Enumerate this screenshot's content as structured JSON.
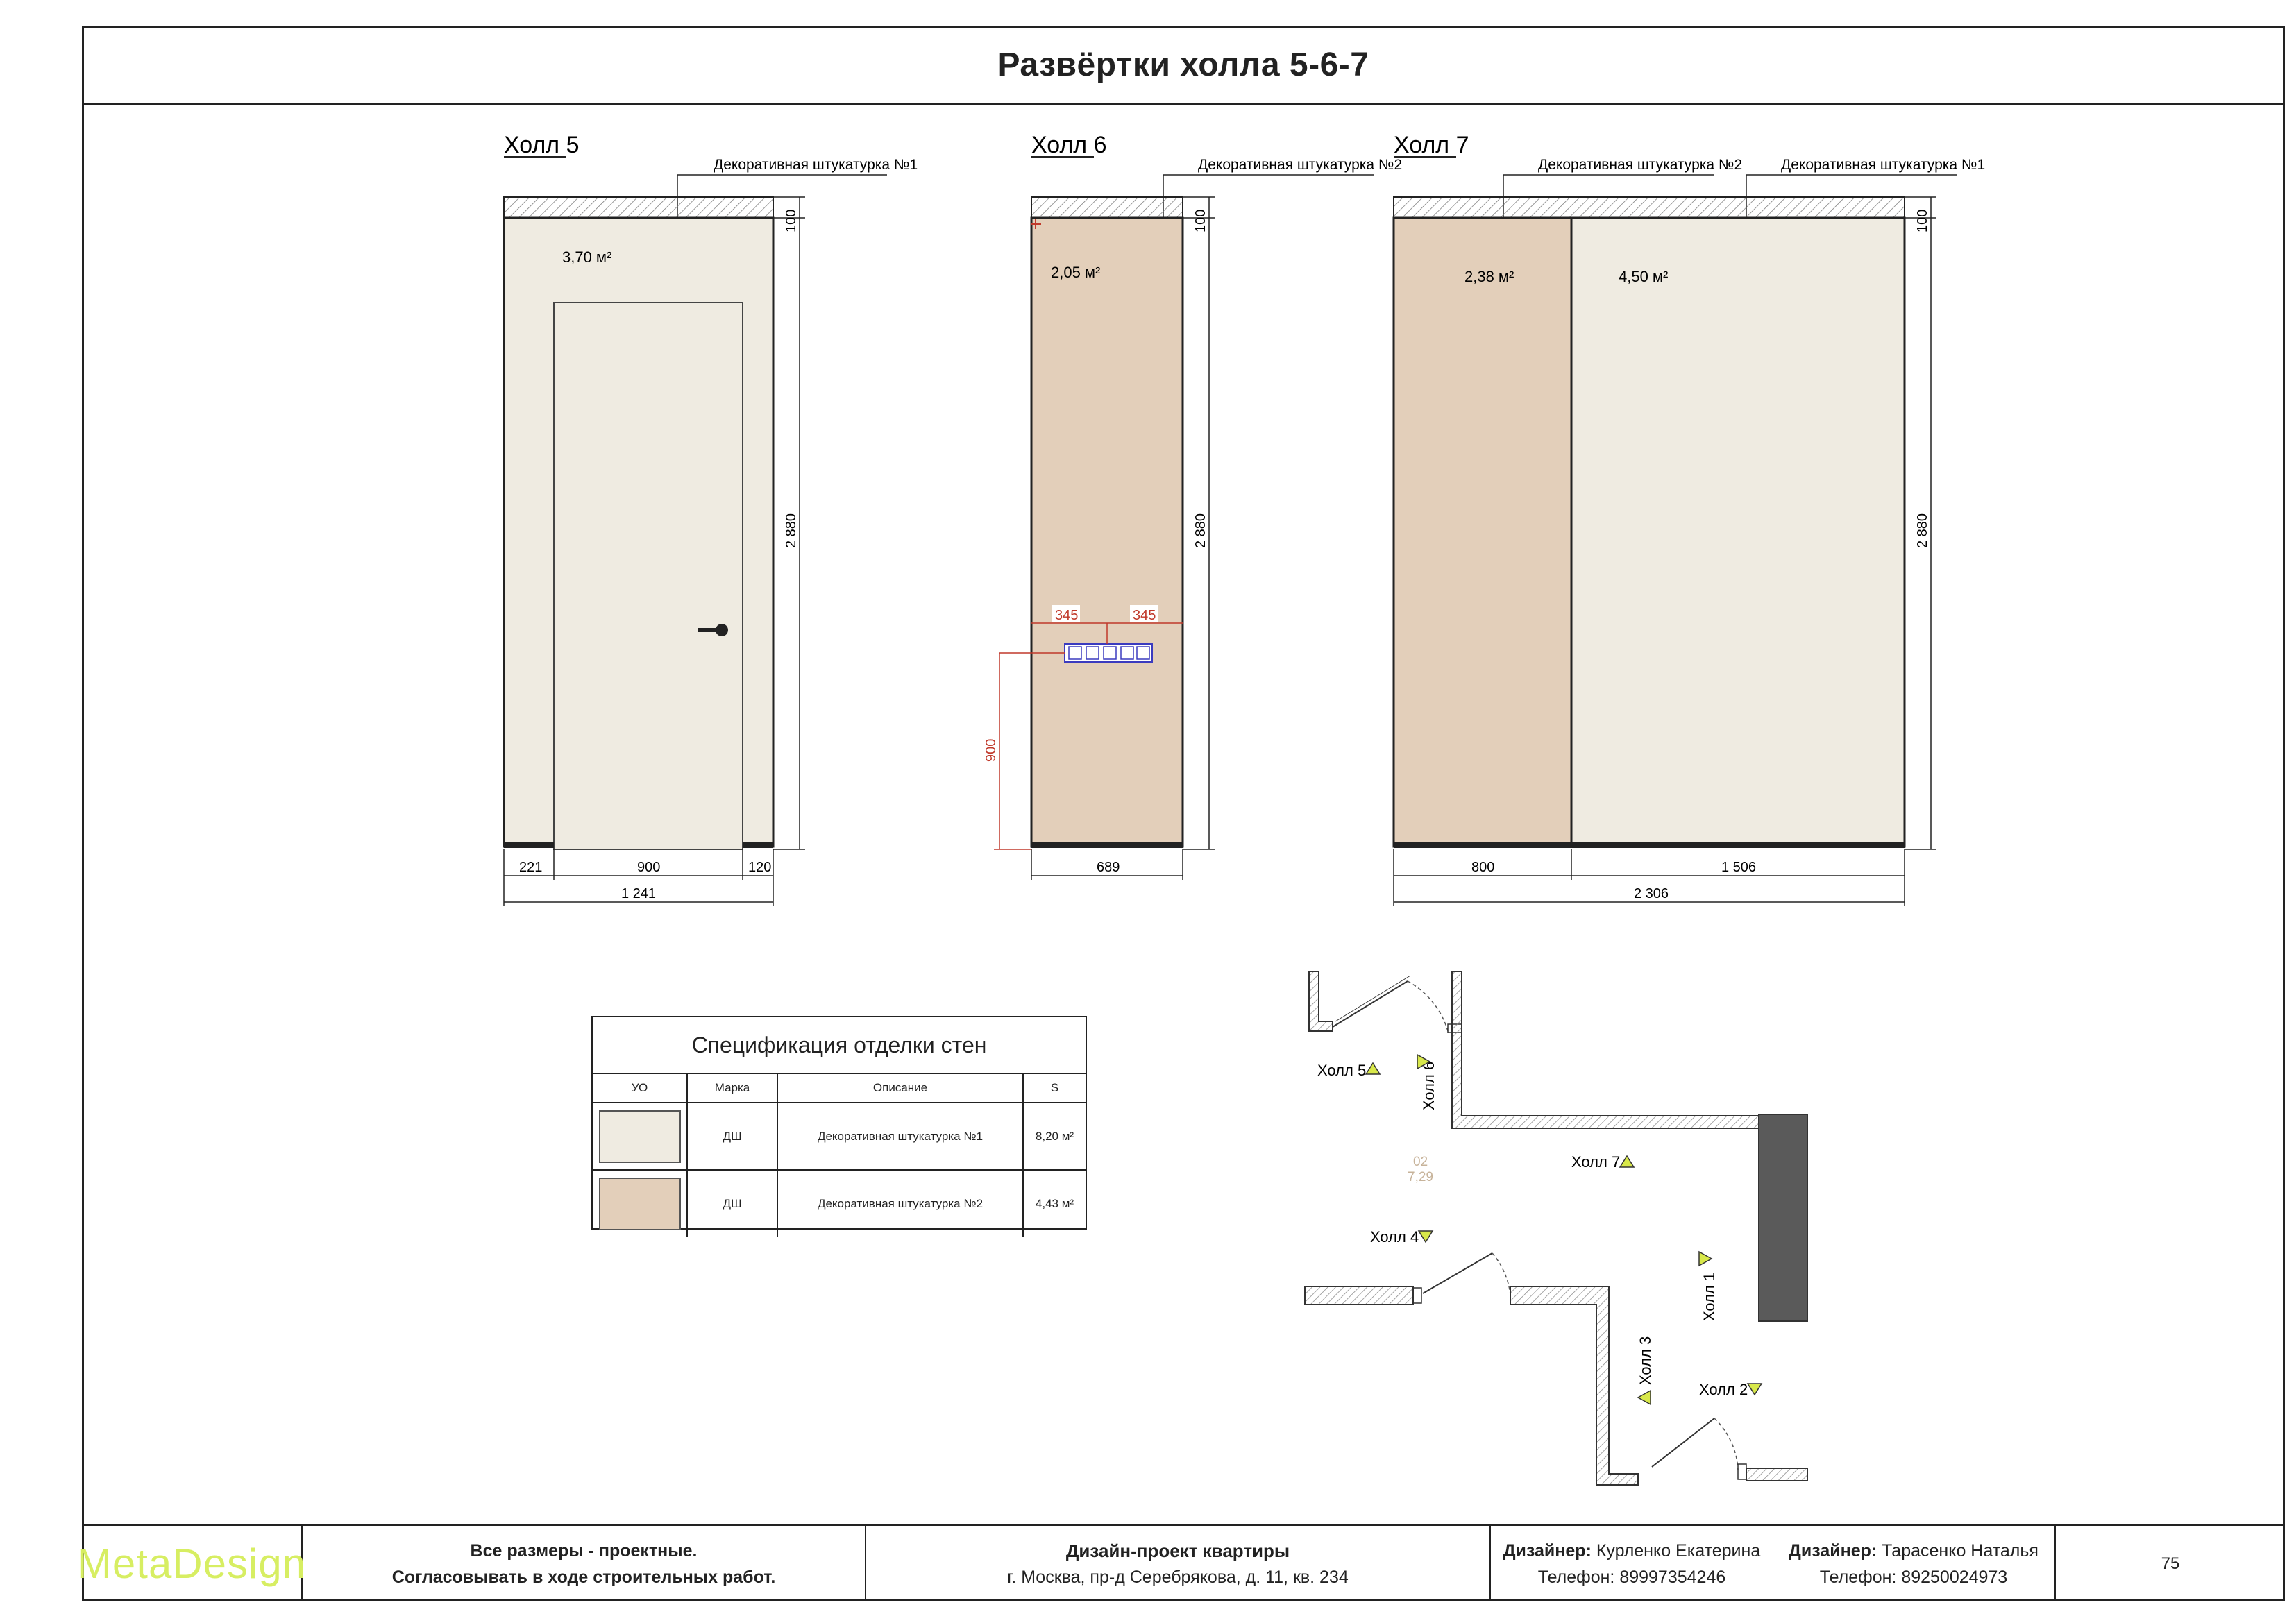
{
  "title": "Развёртки холла 5-6-7",
  "colors": {
    "plaster1": "#efebe1",
    "plaster2": "#e3cfba",
    "accent_logo": "#d7ee62",
    "wall_dark": "#5a5a5a",
    "red_dim": "#c0392b",
    "socket_blue": "#3b3bbf",
    "marker_green": "#d8e84a"
  },
  "elevations": {
    "hall5": {
      "label": "Холл 5",
      "finish_label": "Декоративная штукатурка №1",
      "area": "3,70 м²",
      "dims": {
        "height": "2 880",
        "top": "100",
        "left": "221",
        "door": "900",
        "right": "120",
        "total": "1 241"
      }
    },
    "hall6": {
      "label": "Холл 6",
      "finish_label": "Декоративная штукатурка №2",
      "area": "2,05 м²",
      "dims": {
        "height": "2 880",
        "top": "100",
        "width": "689",
        "socket_left": "345",
        "socket_right": "345",
        "socket_h": "900"
      }
    },
    "hall7": {
      "label": "Холл 7",
      "finish_label_a": "Декоративная штукатурка №2",
      "finish_label_b": "Декоративная штукатурка №1",
      "area_a": "2,38 м²",
      "area_b": "4,50 м²",
      "dims": {
        "height": "2 880",
        "top": "100",
        "part_a": "800",
        "part_b": "1 506",
        "total": "2 306"
      }
    }
  },
  "spec": {
    "title": "Спецификация отделки стен",
    "headers": [
      "УО",
      "Марка",
      "Описание",
      "S"
    ],
    "rows": [
      {
        "mark": "ДШ",
        "desc": "Декоративная штукатурка №1",
        "area": "8,20 м²",
        "color": "#efebe1"
      },
      {
        "mark": "ДШ",
        "desc": "Декоративная штукатурка №2",
        "area": "4,43 м²",
        "color": "#e3cfba"
      }
    ]
  },
  "plan": {
    "labels": {
      "h1": "Холл 1",
      "h2": "Холл 2",
      "h3": "Холл 3",
      "h4": "Холл 4",
      "h5": "Холл 5",
      "h6": "Холл 6",
      "h7": "Холл 7"
    },
    "room_no": "02",
    "room_area": "7,29"
  },
  "footer": {
    "logo": "MetaDesign",
    "note_line1": "Все размеры - проектные.",
    "note_line2": "Согласовывать в ходе строительных работ.",
    "project_title": "Дизайн-проект квартиры",
    "project_address": "г. Москва, пр-д Серебрякова, д. 11, кв. 234",
    "designer1_label": "Дизайнер:",
    "designer1_name": "Курленко Екатерина",
    "designer1_phone": "Телефон: 89997354246",
    "designer2_label": "Дизайнер:",
    "designer2_name": "Тарасенко Наталья",
    "designer2_phone": "Телефон: 89250024973",
    "page": "75"
  }
}
